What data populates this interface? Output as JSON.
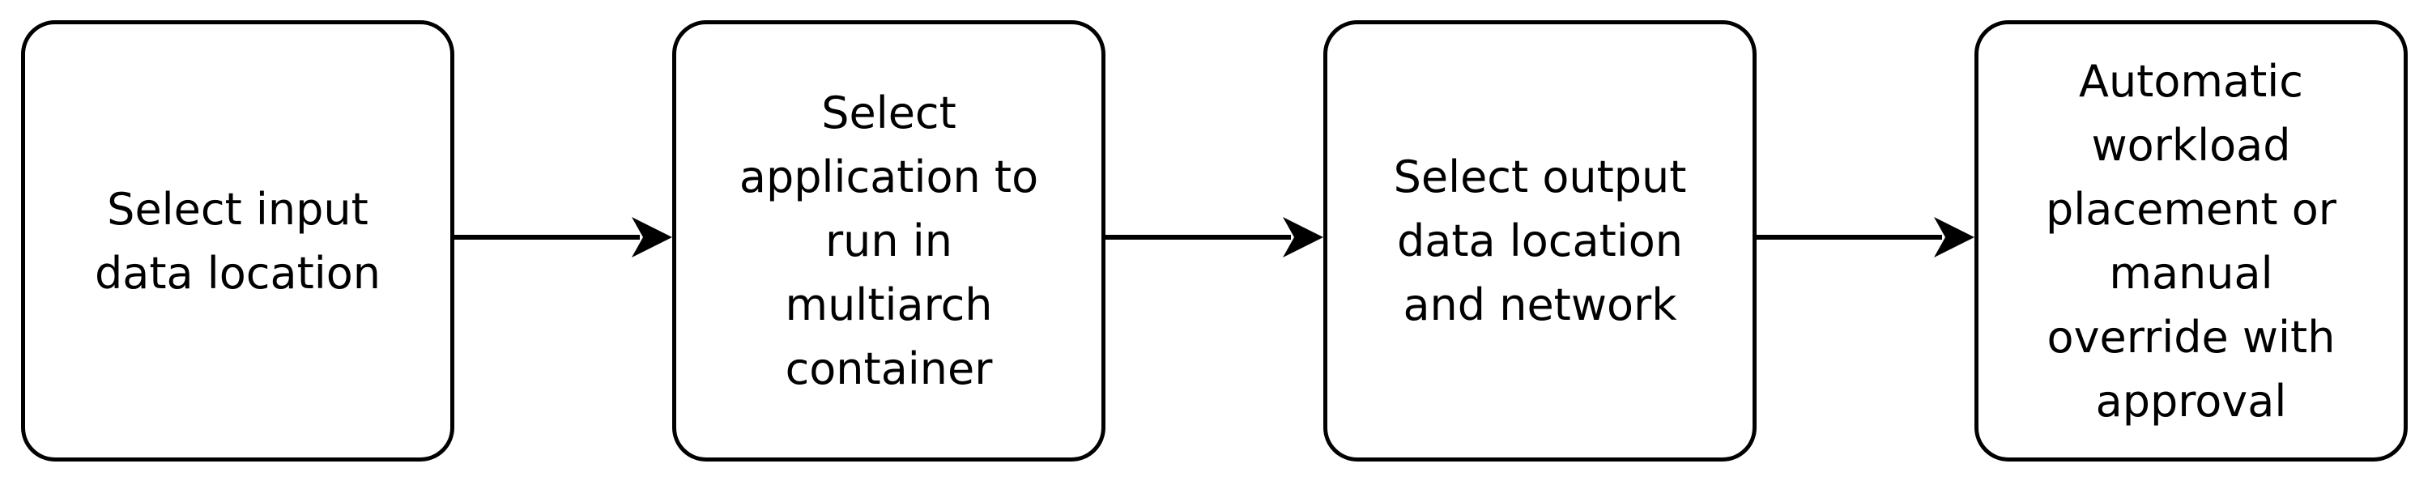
{
  "diagram": {
    "steps": [
      {
        "label": "Select input\ndata location"
      },
      {
        "label": "Select\napplication to\nrun in\nmultiarch\ncontainer"
      },
      {
        "label": "Select output\ndata location\nand network"
      },
      {
        "label": "Automatic\nworkload\nplacement or\nmanual\noverride with\napproval"
      }
    ],
    "colors": {
      "stroke": "#000000",
      "background": "#ffffff"
    }
  }
}
